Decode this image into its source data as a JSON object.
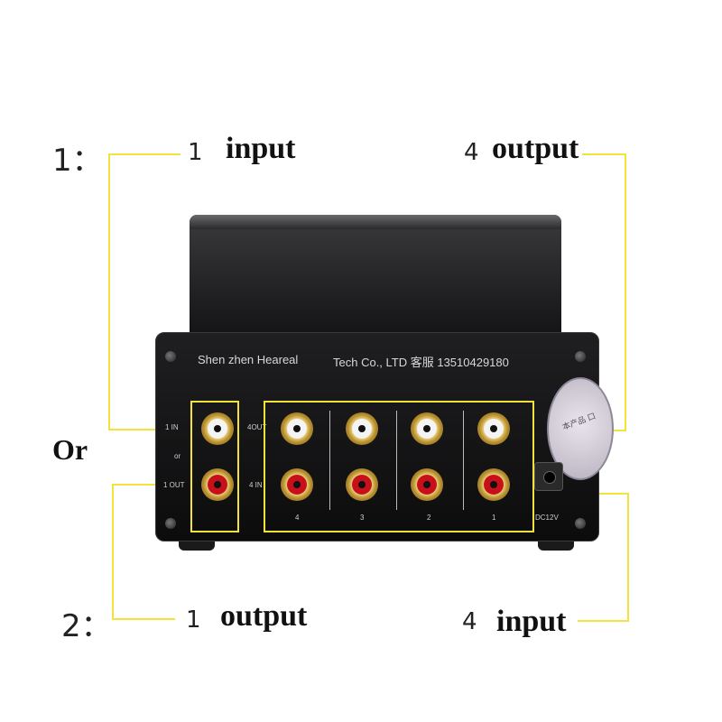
{
  "labels": {
    "mode1_prefix": "1：",
    "mode1_in_num": "1",
    "mode1_in_word": "input",
    "mode1_out_num": "4",
    "mode1_out_word": "output",
    "or_word": "Or",
    "mode2_prefix": "2：",
    "mode2_out_num": "1",
    "mode2_out_word": "output",
    "mode2_in_num": "4",
    "mode2_in_word": "input"
  },
  "panel": {
    "company": "Shen zhen  Heareal",
    "company2": "Tech Co., LTD 客服  13510429180",
    "in_label": "1 IN",
    "or_label": "or",
    "out_label": "1 OUT",
    "out4_label": "4OUT",
    "in4_label": "4 IN",
    "dc_label": "DC12V",
    "sticker_text": "本产品 口",
    "channels": [
      "4",
      "3",
      "2",
      "1"
    ]
  },
  "colors": {
    "callout": "#f2e23a",
    "red_jack": "#c8101a",
    "white_jack": "#f4f4f4"
  }
}
